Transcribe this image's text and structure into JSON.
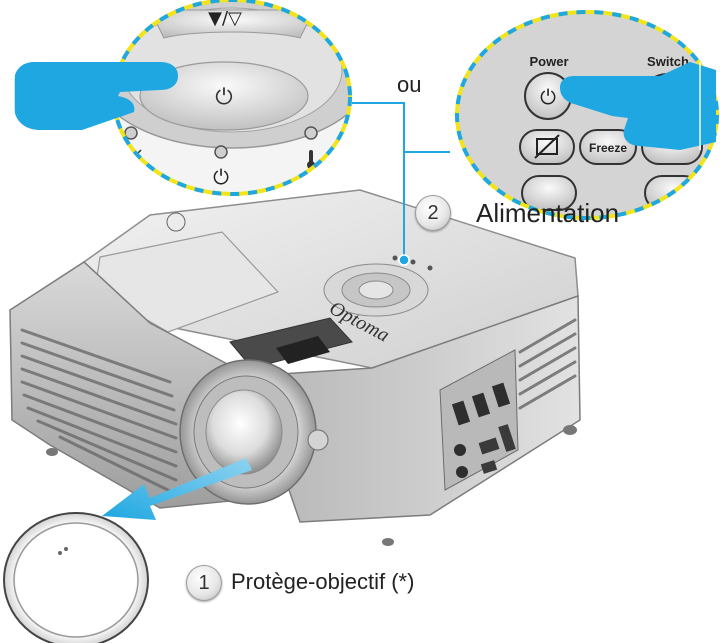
{
  "connector_text": "ou",
  "steps": [
    {
      "number": "1",
      "label": "Protège-objectif (*)"
    },
    {
      "number": "2",
      "label": "Alimentation"
    }
  ],
  "keypad": {
    "top_key_symbol": "▼/▽",
    "center_key_symbol": "⏻",
    "power_led_symbol": "⏻",
    "lamp_led_icon": "lamp-led-icon",
    "temp_led_icon": "thermometer-icon"
  },
  "remote": {
    "power_label": "Power",
    "switch_label": "Switch",
    "power_key_symbol": "⏻",
    "freeze_label": "Freeze"
  },
  "projector": {
    "brand": "Optoma"
  },
  "colors": {
    "hand": "#1ea7e1",
    "callout_line": "#1ea7e1",
    "dashed_border_yellow": "#f2e31a",
    "dashed_border_blue": "#1ea7e1"
  }
}
